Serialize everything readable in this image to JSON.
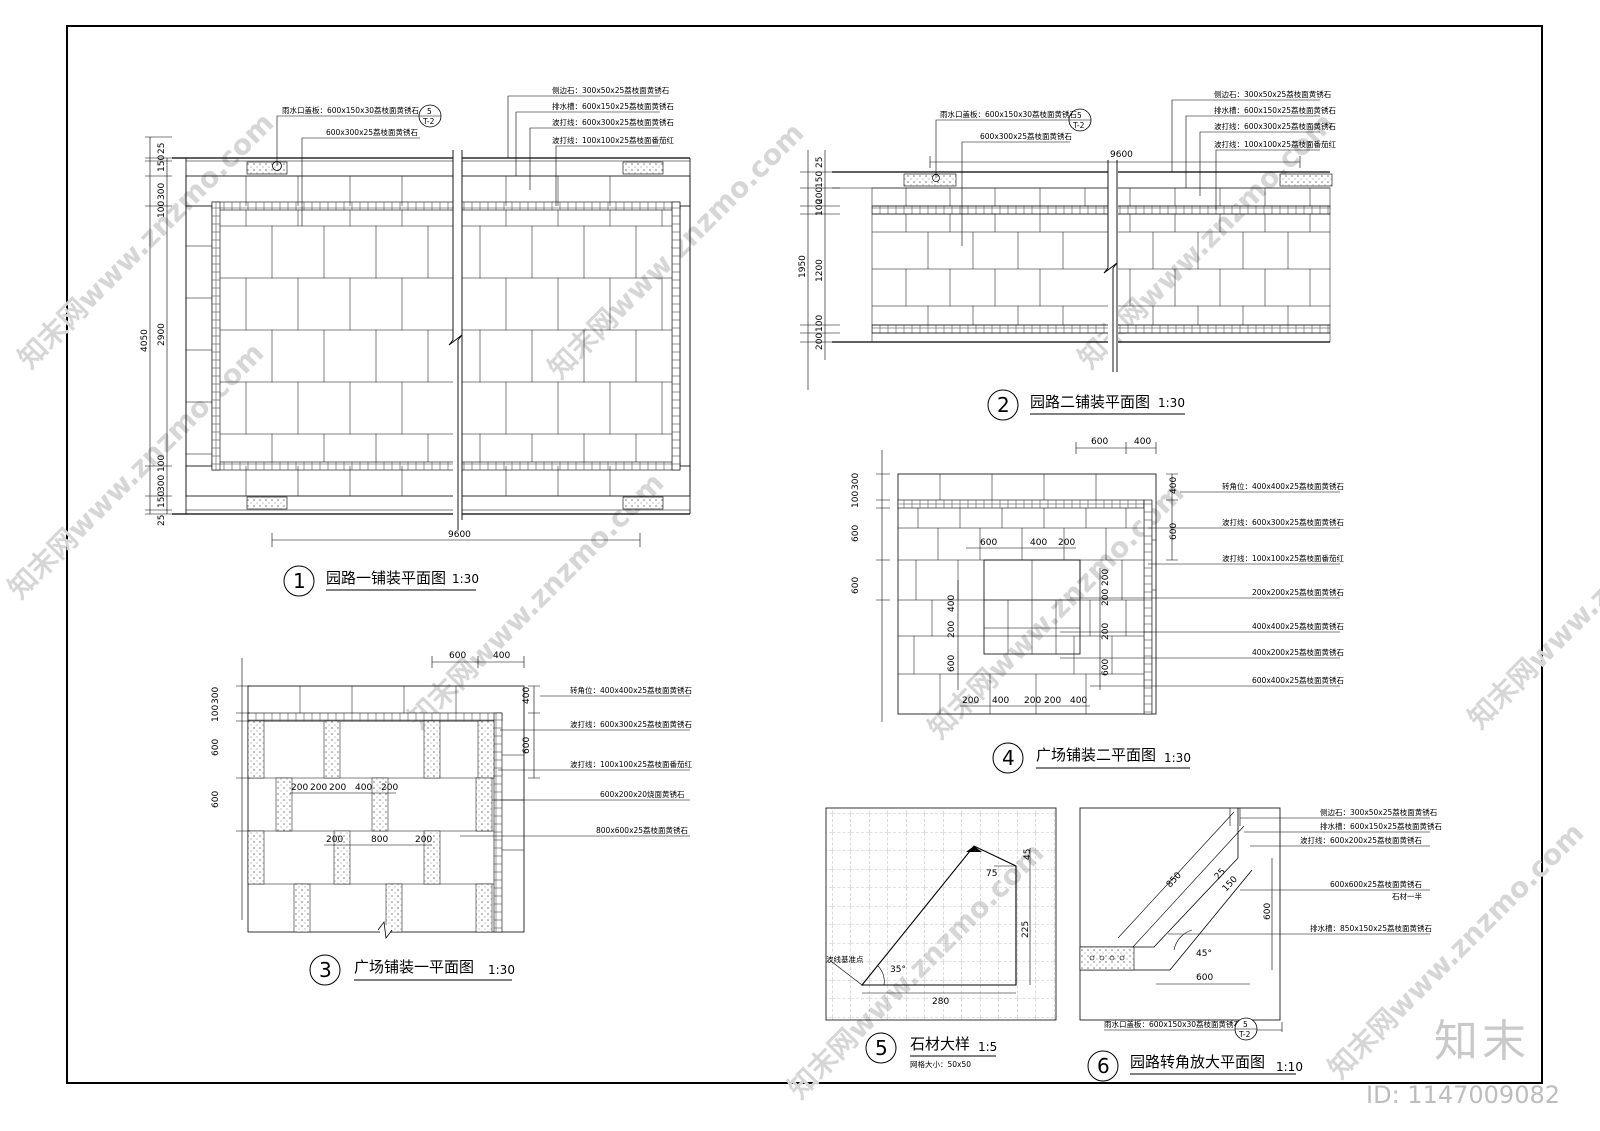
{
  "drawings": {
    "d1": {
      "num": "1",
      "title": "园路一铺装平面图",
      "scale": "1:30",
      "dims_left": [
        "25",
        "150",
        "300",
        "100",
        "4050",
        "2900",
        "100",
        "300",
        "150",
        "25"
      ],
      "dim_bottom": "9600",
      "ref_circle_top": "5",
      "ref_circle_bottom": "T-2",
      "callouts": [
        "雨水口盖板：600x150x30荔枝面黄锈石",
        "600x300x25荔枝面黄锈石",
        "侧边石：300x50x25荔枝面黄锈石",
        "排水槽：600x150x25荔枝面黄锈石",
        "波打线：600x300x25荔枝面黄锈石",
        "波打线：100x100x25荔枝面番茄红"
      ]
    },
    "d2": {
      "num": "2",
      "title": "园路二铺装平面图",
      "scale": "1:30",
      "dims_left": [
        "25",
        "150",
        "200",
        "100",
        "1950",
        "1200",
        "100",
        "200"
      ],
      "dim_top": "9600",
      "ref_circle_top": "5",
      "ref_circle_bottom": "T-2",
      "callouts": [
        "雨水口盖板：600x150x30荔枝面黄锈石",
        "600x300x25荔枝面黄锈石",
        "侧边石：300x50x25荔枝面黄锈石",
        "排水槽：600x150x25荔枝面黄锈石",
        "波打线：600x300x25荔枝面黄锈石",
        "波打线：100x100x25荔枝面番茄红"
      ]
    },
    "d3": {
      "num": "3",
      "title": "广场铺装一平面图",
      "scale": "1:30",
      "dims_top": [
        "600",
        "400"
      ],
      "dims_left": [
        "300",
        "100",
        "600",
        "600"
      ],
      "dims_right": [
        "400",
        "600"
      ],
      "dims_inner_row1": [
        "200",
        "200",
        "200",
        "400",
        "200"
      ],
      "dims_inner_row2": [
        "200",
        "800",
        "200"
      ],
      "callouts": [
        "转角位：400x400x25荔枝面黄锈石",
        "波打线：600x300x25荔枝面黄锈石",
        "波打线：100x100x25荔枝面番茄红",
        "600x200x20烧面黄锈石",
        "800x600x25荔枝面黄锈石"
      ]
    },
    "d4": {
      "num": "4",
      "title": "广场铺装二平面图",
      "scale": "1:30",
      "dims_top": [
        "600",
        "400"
      ],
      "dims_left": [
        "300",
        "100",
        "600",
        "600"
      ],
      "dims_right": [
        "400",
        "600"
      ],
      "dims_inner_top": [
        "600",
        "400",
        "200"
      ],
      "dims_inner_side": [
        "200",
        "200",
        "200",
        "600"
      ],
      "dims_inner_left": [
        "400",
        "200",
        "600"
      ],
      "dims_inner_bottom": [
        "200",
        "400",
        "200",
        "200",
        "400"
      ],
      "callouts": [
        "转角位：400x400x25荔枝面黄锈石",
        "波打线：600x300x25荔枝面黄锈石",
        "波打线：100x100x25荔枝面番茄红",
        "200x200x25荔枝面黄锈石",
        "400x400x25荔枝面黄锈石",
        "400x200x25荔枝面黄锈石",
        "600x400x25荔枝面黄锈石"
      ]
    },
    "d5": {
      "num": "5",
      "title": "石材大样",
      "scale": "1:5",
      "subnote": "网格大小：50x50",
      "dims": [
        "75",
        "225",
        "280",
        "45",
        "35°"
      ],
      "callouts": [
        "波线基准点"
      ]
    },
    "d6": {
      "num": "6",
      "title": "园路转角放大平面图",
      "scale": "1:10",
      "dims": [
        "850",
        "25",
        "150",
        "45°",
        "600",
        "600"
      ],
      "ref_circle_top": "5",
      "ref_circle_bottom": "T-2",
      "callouts": [
        "侧边石：300x50x25荔枝面黄锈石",
        "排水槽：600x150x25荔枝面黄锈石",
        "波打线：600x200x25荔枝面黄锈石",
        "600x600x25荔枝面黄锈石",
        "石材一半",
        "排水槽：850x150x25荔枝面黄锈石",
        "雨水口盖板：600x150x30荔枝面黄锈石"
      ]
    }
  },
  "watermarks": [
    "知末网www.znzmo.com",
    "知末网www.znzmo.com",
    "知末网www.znzmo.com",
    "知末网www.znzmo.com",
    "知末网www.znzmo.com",
    "知末网www.znzmo.com",
    "知末网www.znzmo.com",
    "知末网www.znzmo.com",
    "知末网www.znzmo.com"
  ],
  "brand": "知末",
  "id_label": "ID: 1147009082"
}
